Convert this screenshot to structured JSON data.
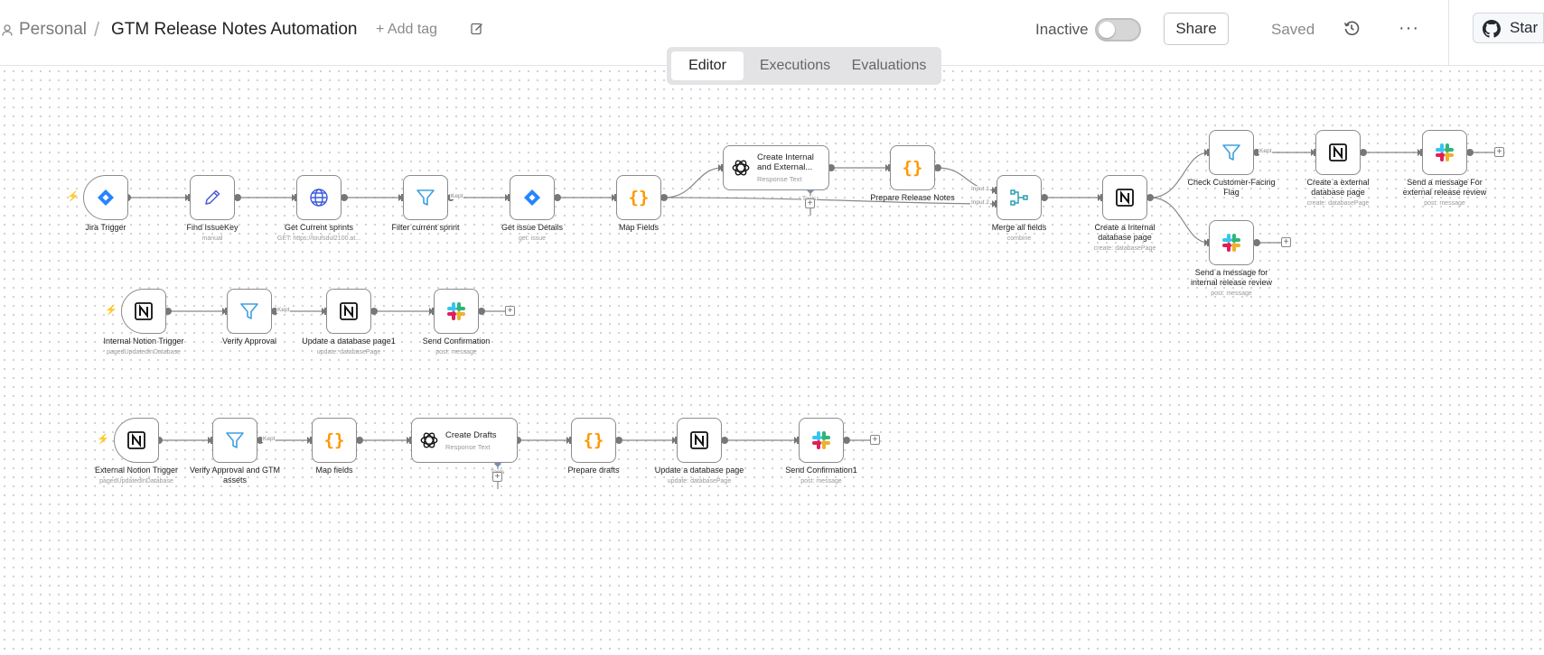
{
  "header": {
    "project": "Personal",
    "separator": "/",
    "workflow_title": "GTM Release Notes  Automation",
    "add_tag": "+ Add tag",
    "status_label": "Inactive",
    "share_label": "Share",
    "saved_label": "Saved",
    "more_label": "···",
    "star_label": "Star",
    "active": false
  },
  "tabs": [
    {
      "label": "Editor",
      "selected": true
    },
    {
      "label": "Executions",
      "selected": false
    },
    {
      "label": "Evaluations",
      "selected": false
    }
  ],
  "canvas": {
    "edge_labels": {
      "kept": "Kept",
      "input1": "Input 1",
      "input2": "Input 2",
      "tools": "Tools"
    },
    "workflows": [
      {
        "nodes": [
          {
            "name": "Jira Trigger",
            "sub": "",
            "icon": "jira-icon"
          },
          {
            "name": "Find IssueKey",
            "sub": "manual",
            "icon": "pencil-icon"
          },
          {
            "name": "Get Current sprints",
            "sub": "GET: https://toufsdul2100.at...",
            "icon": "globe-icon"
          },
          {
            "name": "Filter current sprint",
            "sub": "",
            "icon": "filter-icon"
          },
          {
            "name": "Get issue Details",
            "sub": "get: issue",
            "icon": "jira-icon"
          },
          {
            "name": "Map Fields",
            "sub": "",
            "icon": "code-braces-icon"
          },
          {
            "name": "Create Internal and External...",
            "sub": "Response Text",
            "icon": "openai-icon"
          },
          {
            "name": "Prepare Release Notes",
            "sub": "",
            "icon": "code-braces-icon"
          },
          {
            "name": "Merge all fields",
            "sub": "combine",
            "icon": "merge-icon"
          },
          {
            "name": "Create a Internal database page",
            "sub": "create: databasePage",
            "icon": "notion-icon"
          },
          {
            "name": "Check Customer-Facing Flag",
            "sub": "",
            "icon": "filter-icon"
          },
          {
            "name": "Create a external database page",
            "sub": "create: databasePage",
            "icon": "notion-icon"
          },
          {
            "name": "Send a message For external release review",
            "sub": "post: message",
            "icon": "slack-icon"
          },
          {
            "name": "Send a message for internal release review",
            "sub": "post: message",
            "icon": "slack-icon"
          }
        ]
      },
      {
        "nodes": [
          {
            "name": "Internal Notion Trigger",
            "sub": "pagedUpdatedInDatabase",
            "icon": "notion-icon"
          },
          {
            "name": "Verify Approval",
            "sub": "",
            "icon": "filter-icon"
          },
          {
            "name": "Update a database page1",
            "sub": "update: databasePage",
            "icon": "notion-icon"
          },
          {
            "name": "Send Confirmation",
            "sub": "post: message",
            "icon": "slack-icon"
          }
        ]
      },
      {
        "nodes": [
          {
            "name": "External Notion Trigger",
            "sub": "pagedUpdatedInDatabase",
            "icon": "notion-icon"
          },
          {
            "name": "Verify Approval and GTM assets",
            "sub": "",
            "icon": "filter-icon"
          },
          {
            "name": "Map fields",
            "sub": "",
            "icon": "code-braces-icon"
          },
          {
            "name": "Create Drafts",
            "sub": "Response Text",
            "icon": "openai-icon"
          },
          {
            "name": "Prepare drafts",
            "sub": "",
            "icon": "code-braces-icon"
          },
          {
            "name": "Update a database page",
            "sub": "update: databasePage",
            "icon": "notion-icon"
          },
          {
            "name": "Send Confirmation1",
            "sub": "post: message",
            "icon": "slack-icon"
          }
        ]
      }
    ]
  },
  "colors": {
    "jira": "#2684ff",
    "code": "#ff9800",
    "filter": "#3fa0e0",
    "merge": "#2aa0b0",
    "edge": "#888888",
    "trigger_bolt": "#ef6a4b"
  }
}
